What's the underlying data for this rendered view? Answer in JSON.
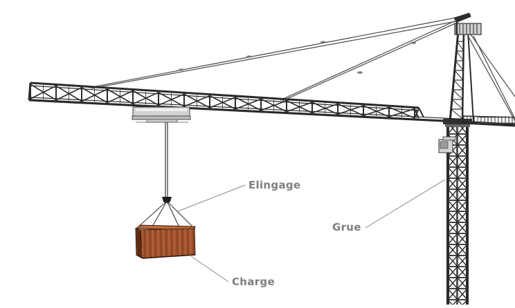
{
  "labels": {
    "elingage": "Elingage",
    "grue": "Grue",
    "charge": "Charge"
  },
  "colors": {
    "label_text": "#7f7f7f",
    "leader_line": "#8a8a8a",
    "steel": "#2a2a2a",
    "steel_light": "#9a9a9a",
    "trolley": "#cfcfcf",
    "container_body": "#a0522d",
    "container_dark": "#6e3618",
    "container_light": "#b9693f",
    "background": "#ffffff"
  }
}
